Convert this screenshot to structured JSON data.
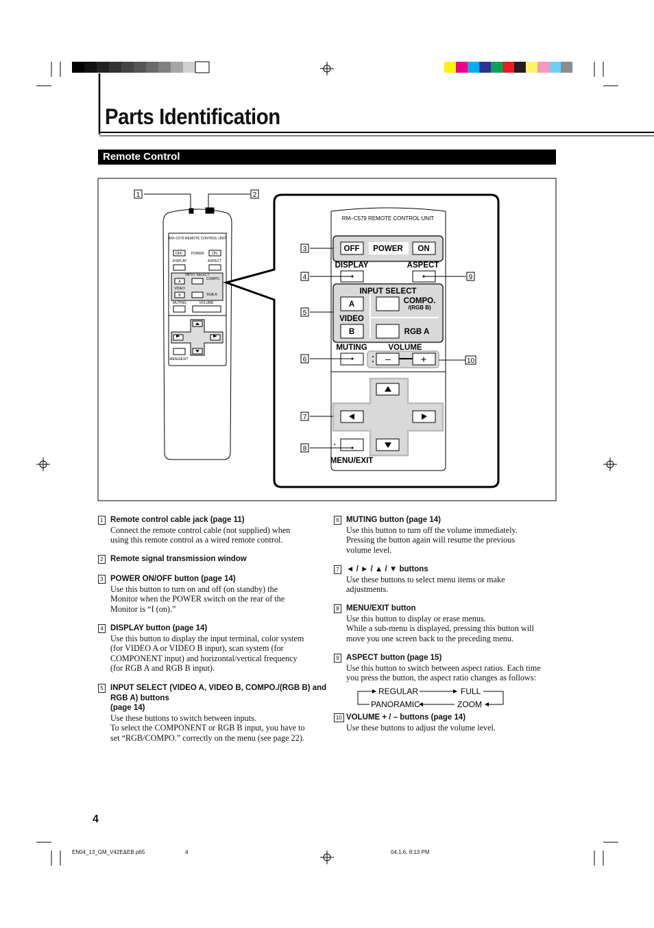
{
  "page": {
    "title": "Parts Identification",
    "section": "Remote Control",
    "page_number": "4",
    "footer": {
      "file": "EN04_13_GM_V42E&EB.p65",
      "sheet": "4",
      "date": "04.1.6, 8:13 PM"
    }
  },
  "remote": {
    "model": "RM–C579  REMOTE  CONTROL  UNIT",
    "small_model": "RM–C579  REMOTE  CONTROL  UNIT",
    "off": "OFF",
    "power": "POWER",
    "on": "ON",
    "display": "DISPLAY",
    "aspect": "ASPECT",
    "input_select": "INPUT  SELECT",
    "a": "A",
    "b": "B",
    "video": "VIDEO",
    "compo": "COMPO.",
    "rgb_b": "/(RGB B)",
    "rgb_a": "RGB A",
    "muting": "MUTING",
    "volume": "VOLUME",
    "minus": "–",
    "plus": "+",
    "menu_exit": "MENU/EXIT",
    "callouts": [
      "1",
      "2",
      "3",
      "4",
      "5",
      "6",
      "7",
      "8",
      "9",
      "10"
    ]
  },
  "items_left": [
    {
      "n": "1",
      "head": "Remote control cable jack (page 11)",
      "body": [
        "Connect the remote control cable (not supplied) when",
        "using this remote control as a wired remote control."
      ]
    },
    {
      "n": "2",
      "head": "Remote signal transmission window",
      "body": []
    },
    {
      "n": "3",
      "head": "POWER ON/OFF button (page 14)",
      "body": [
        "Use this button to turn on and off (on standby) the",
        "Monitor when the POWER switch on the rear of the",
        "Monitor is “I (on).”"
      ]
    },
    {
      "n": "4",
      "head": "DISPLAY button (page 14)",
      "body": [
        "Use this button to display the input terminal, color system",
        "(for VIDEO A or VIDEO B input), scan system (for",
        "COMPONENT input) and horizontal/vertical frequency",
        "(for RGB A and RGB B input)."
      ]
    },
    {
      "n": "5",
      "head": "INPUT SELECT (VIDEO A, VIDEO B, COMPO./(RGB B) and",
      "head2": "RGB A) buttons",
      "head3": "(page 14)",
      "body": [
        "Use these buttons to switch between inputs.",
        "To select the COMPONENT or RGB B input, you have to",
        "set “RGB/COMPO.” correctly on the menu (see page 22)."
      ]
    }
  ],
  "items_right": [
    {
      "n": "6",
      "head": "MUTING button (page 14)",
      "body": [
        "Use this button to turn off the volume immediately.",
        "Pressing the button again will resume the previous",
        "volume level."
      ]
    },
    {
      "n": "7",
      "head": "◄ / ► / ▲ / ▼ buttons",
      "body": [
        "Use these buttons to select menu items or make",
        "adjustments."
      ]
    },
    {
      "n": "8",
      "head": "MENU/EXIT button",
      "body": [
        "Use this button to display or erase menus.",
        "While a sub-menu is displayed, pressing this button will",
        "move you one screen back to the preceding menu."
      ]
    },
    {
      "n": "9",
      "head": "ASPECT button (page 15)",
      "body": [
        "Use this button to switch between aspect ratios. Each time",
        "you press the button, the aspect ratio changes as follows:"
      ]
    },
    {
      "n": "10",
      "head": "VOLUME + / – buttons (page 14)",
      "body": [
        "Use these buttons to adjust the volume level."
      ]
    }
  ],
  "aspect_cycle": {
    "regular": "REGULAR",
    "full": "FULL",
    "panoramic": "PANORAMIC",
    "zoom": "ZOOM"
  },
  "colors": {
    "black": "#000000",
    "panel_gray": "#d9d9d9",
    "button_gray": "#bdbdbd"
  }
}
